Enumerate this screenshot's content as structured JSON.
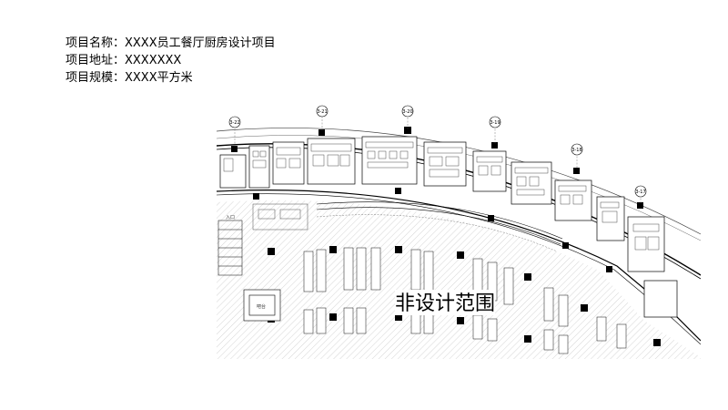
{
  "project_info": {
    "name_line": "项目名称：XXXX员工餐厅厨房设计项目",
    "address_line": "项目地址：XXXXXXX",
    "scale_line": "项目规模：XXXX平方米"
  },
  "floor_plan": {
    "axis_labels": [
      "3-22",
      "3-21",
      "3-20",
      "3-19",
      "3-18",
      "3-17"
    ],
    "non_design_label": "非设计范围",
    "room_labels": {
      "entrance": "入口",
      "bar": "吧台"
    }
  }
}
